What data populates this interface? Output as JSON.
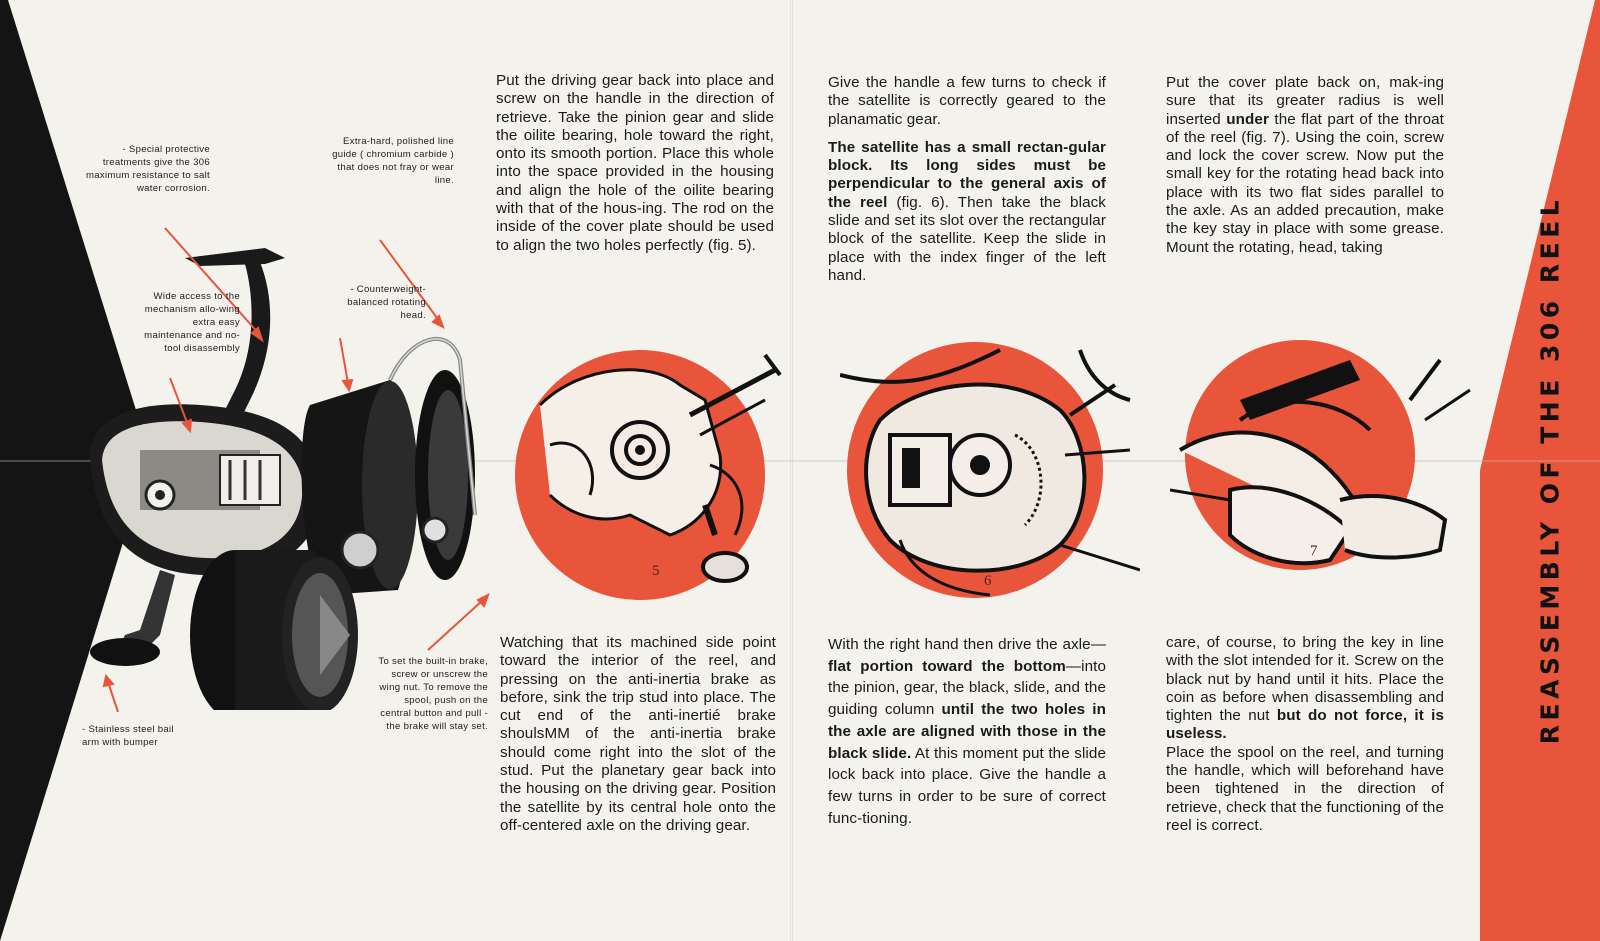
{
  "brochure": {
    "side_title": "REASSEMBLY OF THE 306 REEL",
    "colors": {
      "accent_red": "#e8553a",
      "black": "#111111",
      "paper": "#f4f2ec"
    }
  },
  "callouts": {
    "protective": "- Special protective treatments give the 306 maximum resistance to salt water corrosion.",
    "line_guide": "Extra-hard, polished line guide ( chromium carbide ) that does not fray or wear line.",
    "access": "Wide access to the mechanism allo-wing extra easy maintenance and no-tool disassembly",
    "counterweight": "- Counterweight-balanced rotating head.",
    "brake": "To set the built-in brake, screw or unscrew the wing nut. To remove the spool, push on the central button and pull - the brake will stay set.",
    "bail": "- Stainless steel bail arm with bumper"
  },
  "columns": {
    "c1_top": "Put the driving gear back into place and screw on the handle in the direction of retrieve. Take the pinion gear and slide the oilite bearing, hole toward the right, onto its smooth portion. Place this whole into the space provided in the housing and align the hole of the oilite bearing with that of the hous-ing. The rod on the inside of the cover plate should be used to align the two holes perfectly (fig. 5).",
    "c1_bottom": "Watching that its machined side point toward the interior of the reel, and pressing on the anti-inertia brake as before, sink the trip stud into place. The cut end of the anti-inertié brake shoulsMM of the anti-inertia brake should come right into the slot of the stud. Put the planetary gear back into the housing on the driving gear. Position the satellite by its central hole onto the off-centered axle on the driving gear.",
    "c2_top_a": "Give the handle a few turns to check if the satellite is correctly geared to the planamatic gear.",
    "c2_top_bold": "The satellite has a small rectan-gular block. Its long sides must be perpendicular to the general axis of the reel",
    "c2_top_b": " (fig. 6). Then take the black slide and set its slot over the rectangular block of the satellite. Keep the slide in place with the index finger of the left hand.",
    "c2_bottom_a": "With the right hand then drive the axle—",
    "c2_bottom_bold1": "flat portion toward the bottom",
    "c2_bottom_b": "—into the pinion, gear, the black, slide, and the guiding column ",
    "c2_bottom_bold2": "until the two holes in the axle are aligned with those in the black slide.",
    "c2_bottom_c": " At this moment put the slide lock back into place. Give the handle a few turns in order to be sure of correct func-tioning.",
    "c3_top_a": "Put the cover plate back on, mak-ing sure that its greater radius is well inserted ",
    "c3_top_bold": "under",
    "c3_top_b": " the flat part of the throat of the reel (fig. 7). Using the coin, screw and lock the cover screw. Now put the small key for the rotating head back into place with its two flat sides parallel to the axle. As an added precaution, make the key stay in place with some grease. Mount the rotating, head, taking",
    "c3_bottom_a": "care, of course, to bring the key in line with the slot intended for it. Screw on the black nut by hand until it hits. Place the coin as before when disassembling and tighten the nut ",
    "c3_bottom_bold": "but do not force, it is useless.",
    "c3_bottom_b": "Place the spool on the reel, and turning the handle, which will beforehand have been tightened in the direction of retrieve, check that the functioning of the reel is correct."
  },
  "figures": {
    "fig5": "5",
    "fig6": "6",
    "fig7": "7"
  }
}
